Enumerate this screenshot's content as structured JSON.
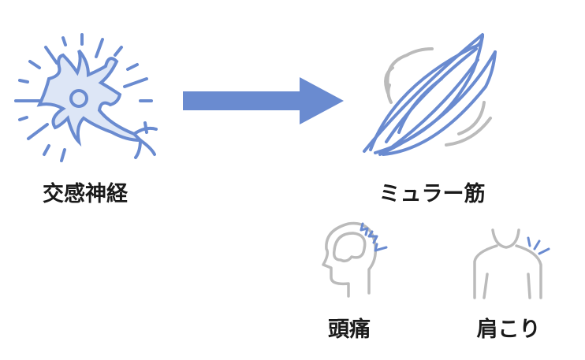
{
  "colors": {
    "accent": "#6a8bd0",
    "fill": "#dde6f6",
    "gray": "#bbbbbb",
    "text": "#1a1a1a"
  },
  "labels": {
    "sympathetic": "交感神経",
    "muller": "ミュラー筋",
    "headache": "頭痛",
    "stiff_shoulder": "肩こり"
  }
}
